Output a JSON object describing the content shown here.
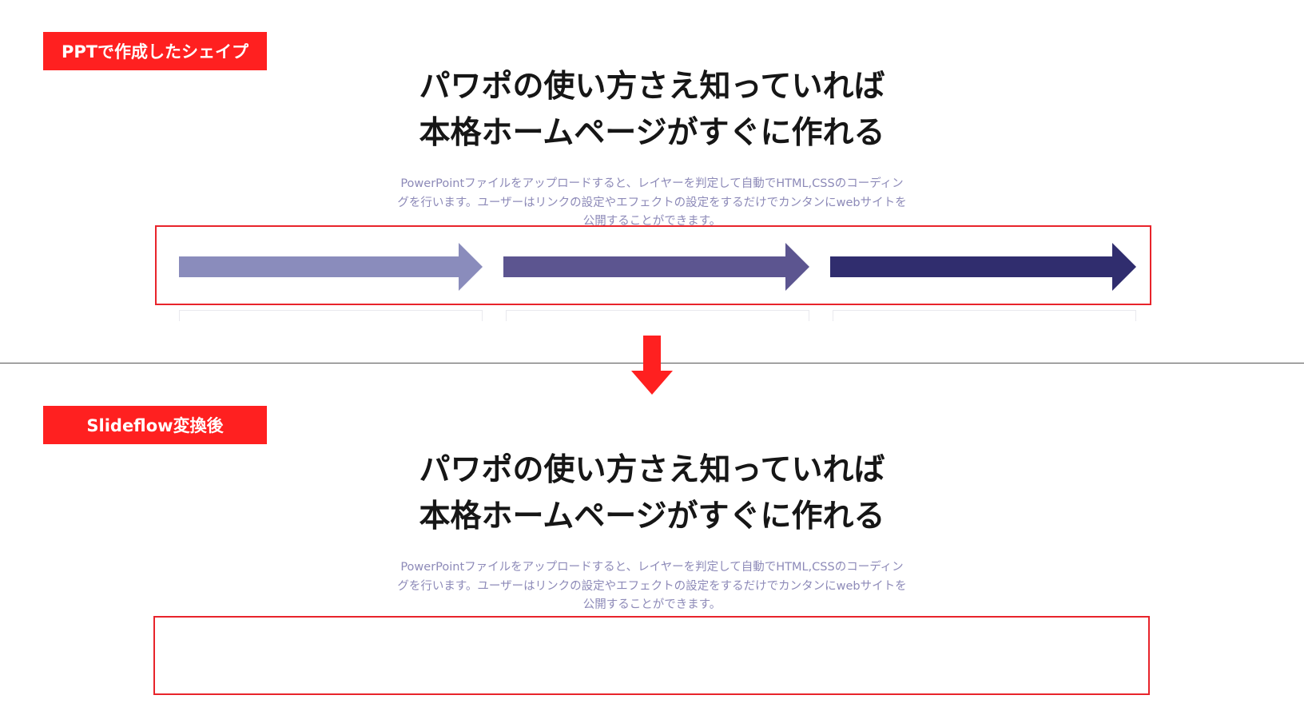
{
  "colors": {
    "accent_red": "#ff2020",
    "frame_red": "#e8242b",
    "title_text": "#161616",
    "desc_text": "#8d8ab8",
    "divider": "#555555",
    "arrow_light": "#8a8cbc",
    "arrow_mid": "#5c5590",
    "arrow_dark": "#302d6e"
  },
  "top_section": {
    "badge_label": "PPTで作成したシェイプ",
    "title_lines": [
      "パワポの使い方さえ知っていれば",
      "本格ホームページがすぐに作れる"
    ],
    "desc_lines": [
      "PowerPointファイルをアップロードすると、レイヤーを判定して自動でHTML,CSSのコーディン",
      "グを行います。ユーザーはリンクの設定やエフェクトの設定をするだけでカンタンにwebサイトを",
      "公開することができます。"
    ],
    "arrows": [
      {
        "name": "arrow-light",
        "color_key": "arrow_light"
      },
      {
        "name": "arrow-mid",
        "color_key": "arrow_mid"
      },
      {
        "name": "arrow-dark",
        "color_key": "arrow_dark"
      }
    ]
  },
  "bottom_section": {
    "badge_label": "Slideflow変換後",
    "title_lines": [
      "パワポの使い方さえ知っていれば",
      "本格ホームページがすぐに作れる"
    ],
    "desc_lines": [
      "PowerPointファイルをアップロードすると、レイヤーを判定して自動でHTML,CSSのコーディン",
      "グを行います。ユーザーはリンクの設定やエフェクトの設定をするだけでカンタンにwebサイトを",
      "公開することができます。"
    ]
  },
  "icons": {
    "down_arrow": "arrow-down-icon",
    "right_arrow": "arrow-right-icon"
  }
}
